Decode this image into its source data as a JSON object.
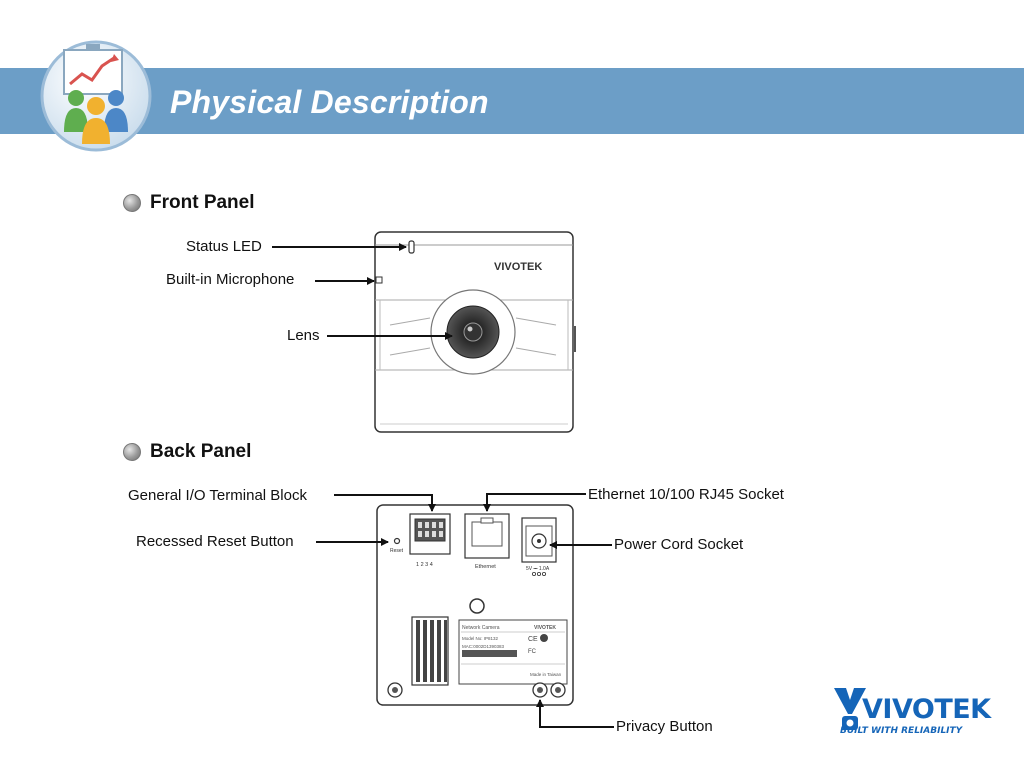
{
  "slide": {
    "title": "Physical Description"
  },
  "front_panel": {
    "heading": "Front Panel",
    "labels": {
      "status_led": "Status LED",
      "microphone": "Built-in Microphone",
      "lens": "Lens"
    },
    "brand_mark": "VIVOTEK"
  },
  "back_panel": {
    "heading": "Back Panel",
    "labels": {
      "io_terminal": "General I/O Terminal Block",
      "reset_button": "Recessed Reset Button",
      "ethernet": "Ethernet 10/100 RJ45 Socket",
      "power": "Power Cord Socket",
      "privacy": "Privacy Button"
    },
    "device_text": {
      "reset": "Reset",
      "pins": "1  2  3  4",
      "ethernet": "Ethernet",
      "power_rating": "5V ⎓ 1.0A",
      "sticker_title": "Network Camera",
      "sticker_brand": "VIVOTEK",
      "model": "Model No: IP8132",
      "mac": "MAC:0002D1390383",
      "made_in": "Made in Taiwan"
    }
  },
  "footer_logo": {
    "name": "VIVOTEK",
    "tagline": "BUILT WITH RELIABILITY"
  },
  "colors": {
    "banner": "#6c9ec7",
    "brand_blue": "#1565b8"
  }
}
